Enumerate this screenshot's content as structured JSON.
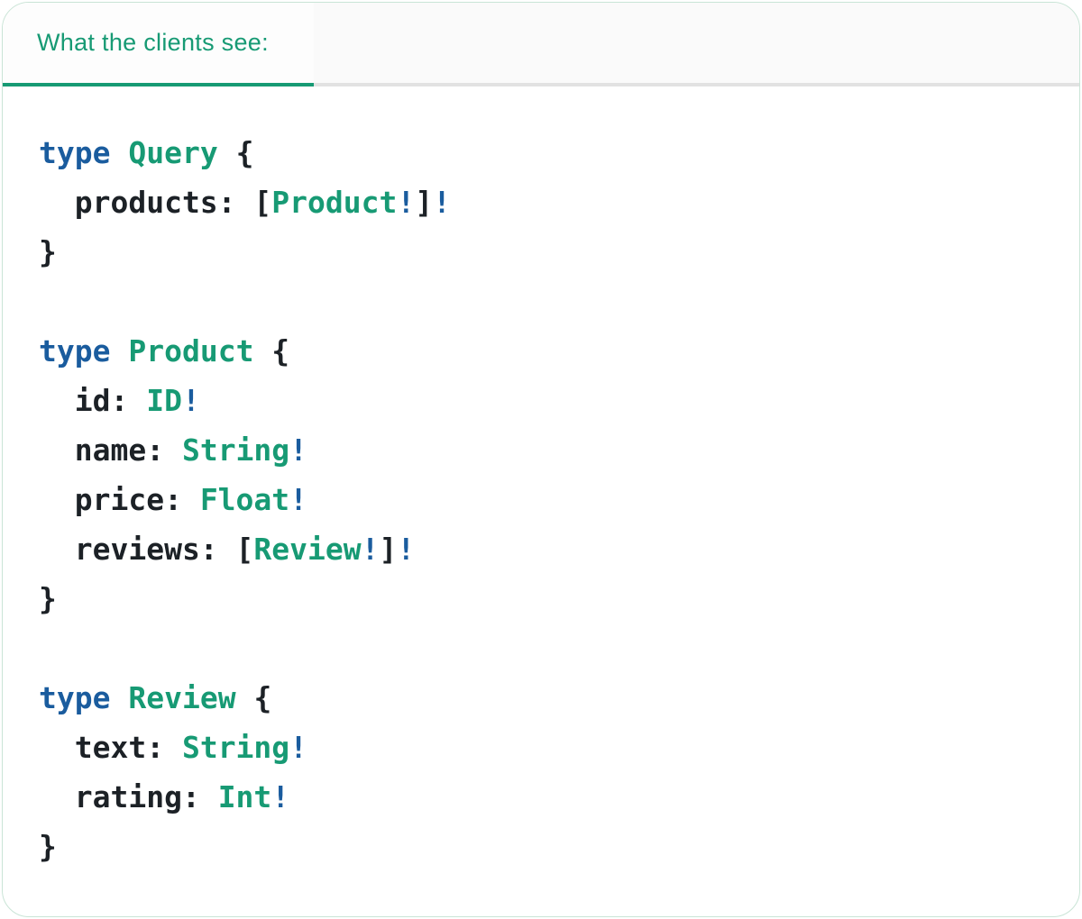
{
  "tab": {
    "label": "What the clients see:"
  },
  "colors": {
    "accent_green": "#179a74",
    "keyword_blue": "#1a5c9e",
    "code_text": "#1c2126",
    "inactive_divider_gray": "#e2e2e2",
    "card_border_green": "#c9e4d6",
    "tab_strip_bg": "#fafafa"
  },
  "code": {
    "language": "graphql",
    "plain_text": "type Query {\n  products: [Product!]!\n}\n\ntype Product {\n  id: ID!\n  name: String!\n  price: Float!\n  reviews: [Review!]!\n}\n\ntype Review {\n  text: String!\n  rating: Int!\n}",
    "lines": [
      [
        [
          "type",
          "kw"
        ],
        [
          " ",
          "p"
        ],
        [
          "Query",
          "ty"
        ],
        [
          " {",
          "p"
        ]
      ],
      [
        [
          "  products: [",
          "p"
        ],
        [
          "Product",
          "ty"
        ],
        [
          "!",
          "kw"
        ],
        [
          "]",
          "p"
        ],
        [
          "!",
          "kw"
        ]
      ],
      [
        [
          "}",
          "p"
        ]
      ],
      [],
      [
        [
          "type",
          "kw"
        ],
        [
          " ",
          "p"
        ],
        [
          "Product",
          "ty"
        ],
        [
          " {",
          "p"
        ]
      ],
      [
        [
          "  id: ",
          "p"
        ],
        [
          "ID",
          "ty"
        ],
        [
          "!",
          "kw"
        ]
      ],
      [
        [
          "  name: ",
          "p"
        ],
        [
          "String",
          "ty"
        ],
        [
          "!",
          "kw"
        ]
      ],
      [
        [
          "  price: ",
          "p"
        ],
        [
          "Float",
          "ty"
        ],
        [
          "!",
          "kw"
        ]
      ],
      [
        [
          "  reviews: [",
          "p"
        ],
        [
          "Review",
          "ty"
        ],
        [
          "!",
          "kw"
        ],
        [
          "]",
          "p"
        ],
        [
          "!",
          "kw"
        ]
      ],
      [
        [
          "}",
          "p"
        ]
      ],
      [],
      [
        [
          "type",
          "kw"
        ],
        [
          " ",
          "p"
        ],
        [
          "Review",
          "ty"
        ],
        [
          " {",
          "p"
        ]
      ],
      [
        [
          "  text: ",
          "p"
        ],
        [
          "String",
          "ty"
        ],
        [
          "!",
          "kw"
        ]
      ],
      [
        [
          "  rating: ",
          "p"
        ],
        [
          "Int",
          "ty"
        ],
        [
          "!",
          "kw"
        ]
      ],
      [
        [
          "}",
          "p"
        ]
      ]
    ]
  }
}
